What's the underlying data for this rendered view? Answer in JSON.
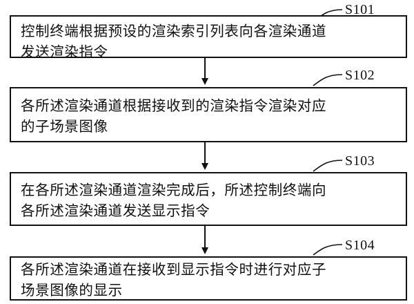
{
  "steps": [
    {
      "id": "S101",
      "text": "控制终端根据预设的渲染索引列表向各渲染通道\n发送渲染指令"
    },
    {
      "id": "S102",
      "text": "各所述渲染通道根据接收到的渲染指令渲染对应\n的子场景图像"
    },
    {
      "id": "S103",
      "text": "在各所述渲染通道渲染完成后，所述控制终端向\n各所述渲染通道发送显示指令"
    },
    {
      "id": "S104",
      "text": "各所述渲染通道在接收到显示指令时进行对应子\n场景图像的显示"
    }
  ]
}
